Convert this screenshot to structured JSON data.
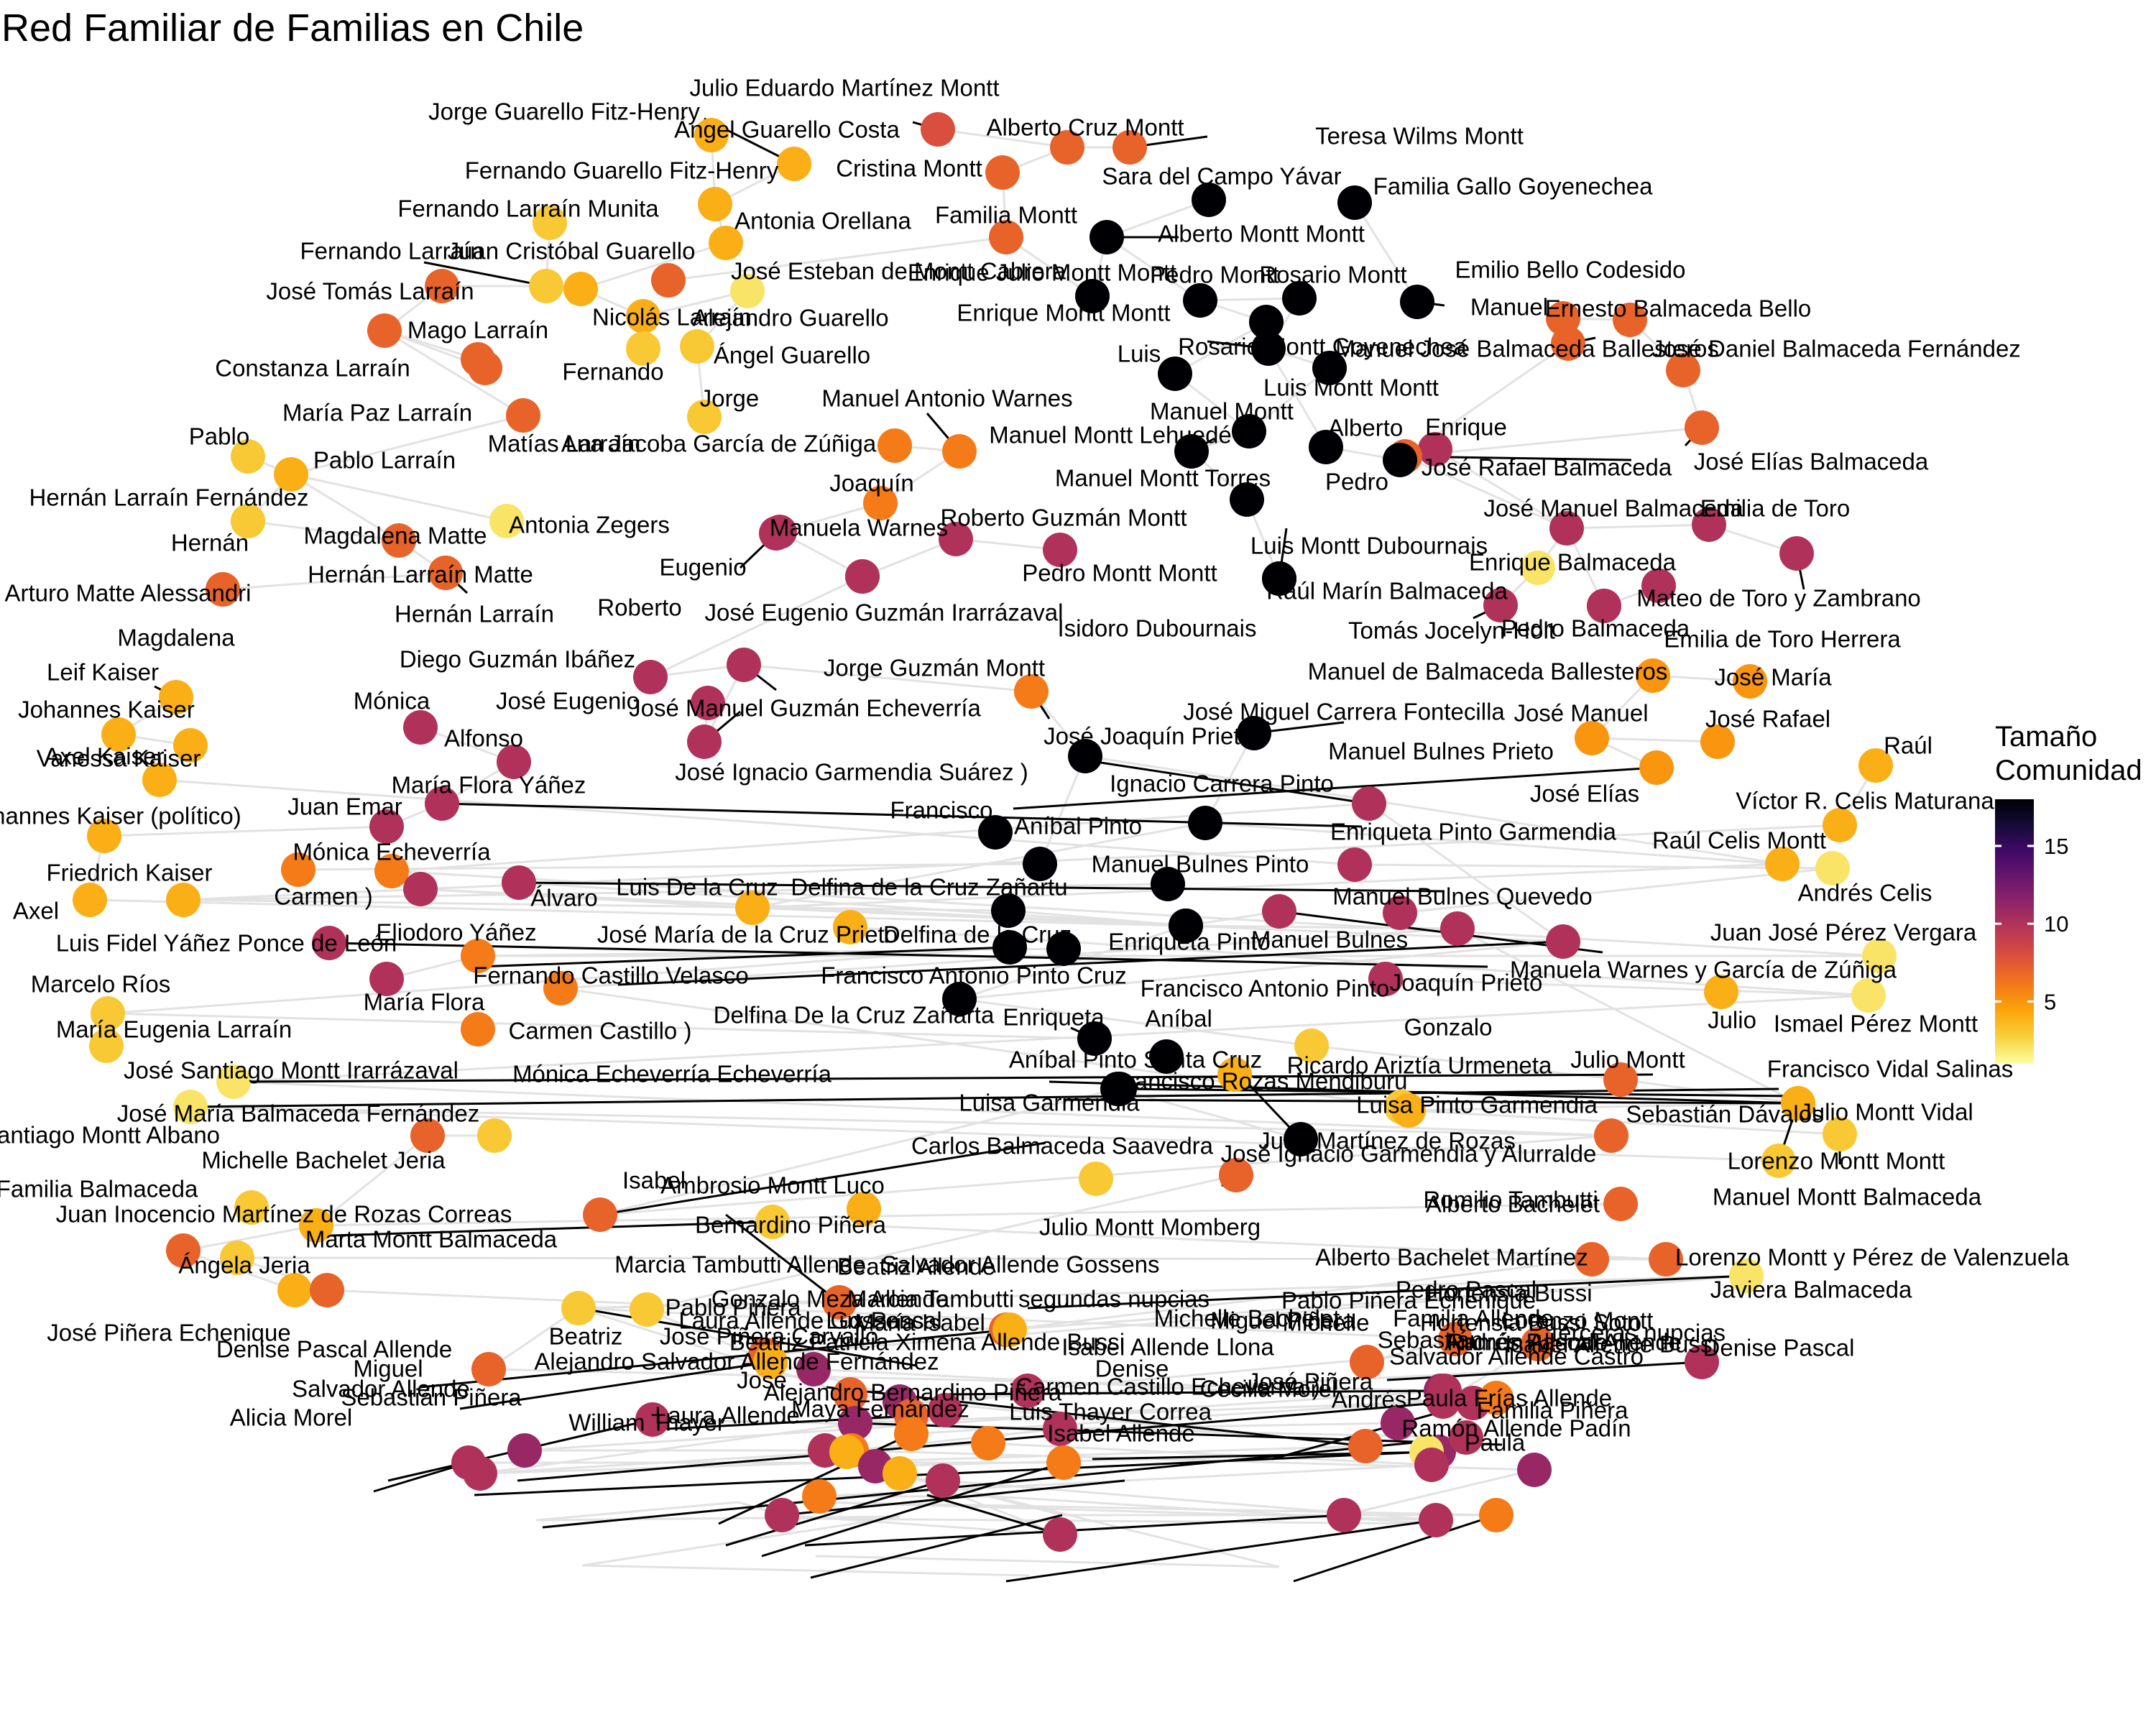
{
  "title": "Red Familiar de Familias en Chile",
  "legend": {
    "title_line1": "Tamaño",
    "title_line2": "Comunidad",
    "ticks": [
      5,
      10,
      15
    ],
    "range": [
      1,
      18
    ],
    "palette": [
      "#fcffa4",
      "#f7d13d",
      "#fca50a",
      "#f37819",
      "#dd513a",
      "#bc3754",
      "#932667",
      "#6a176e",
      "#420a68",
      "#160b39",
      "#000004"
    ]
  },
  "nodes": [
    {
      "label": "Julio Eduardo Martínez Montt",
      "size": 8
    },
    {
      "label": "Jorge Guarello Fitz-Henry",
      "size": 4
    },
    {
      "label": "Ángel Guarello Costa",
      "size": 4
    },
    {
      "label": "Alberto Cruz Montt",
      "size": 7
    },
    {
      "label": "Teresa Wilms Montt",
      "size": 7
    },
    {
      "label": "Fernando Guarello Fitz-Henry",
      "size": 4
    },
    {
      "label": "Cristina Montt",
      "size": 7
    },
    {
      "label": "Sara del Campo Yávar",
      "size": 18
    },
    {
      "label": "Familia Gallo Goyenechea",
      "size": 18
    },
    {
      "label": "Fernando Larraín Munita",
      "size": 3
    },
    {
      "label": "Antonia Orellana",
      "size": 4
    },
    {
      "label": "Familia Montt",
      "size": 7
    },
    {
      "label": "Alberto Montt Montt",
      "size": 18
    },
    {
      "label": "Fernando Larraín",
      "size": 3
    },
    {
      "label": "Juan Cristóbal Guarello",
      "size": 4
    },
    {
      "label": "José Esteban de Montt Cabrera",
      "size": 7
    },
    {
      "label": "Enrique Julio Montt Montt",
      "size": 18
    },
    {
      "label": "Emilio Bello Codesido",
      "size": 7
    },
    {
      "label": "José Tomás Larraín",
      "size": 7
    },
    {
      "label": "Pedro Montt",
      "size": 18
    },
    {
      "label": "Rosario Montt",
      "size": 18
    },
    {
      "label": "Manuel",
      "size": 18
    },
    {
      "label": "Ernesto Balmaceda Bello",
      "size": 7
    },
    {
      "label": "Nicolás Larraín",
      "size": 4
    },
    {
      "label": "Alejandro Guarello",
      "size": 2
    },
    {
      "label": "Enrique Montt Montt",
      "size": 18
    },
    {
      "label": "Mago Larraín",
      "size": 7
    },
    {
      "label": "Rosario Montt Goyenechea",
      "size": 18
    },
    {
      "label": "Manuel José Balmaceda Ballesteros",
      "size": 7
    },
    {
      "label": "Luis",
      "size": 18
    },
    {
      "label": "José Daniel Balmaceda Fernández",
      "size": 7
    },
    {
      "label": "Constanza Larraín",
      "size": 7
    },
    {
      "label": "Fernando",
      "size": 3
    },
    {
      "label": "Ángel Guarello",
      "size": 3
    },
    {
      "label": "Luis Montt Montt",
      "size": 18
    },
    {
      "label": "Jorge",
      "size": 3
    },
    {
      "label": "Manuel Antonio Warnes",
      "size": 6
    },
    {
      "label": "María Paz Larraín",
      "size": 7
    },
    {
      "label": "Manuel Montt",
      "size": 18
    },
    {
      "label": "Alberto",
      "size": 18
    },
    {
      "label": "Enrique",
      "size": 10
    },
    {
      "label": "Pablo",
      "size": 3
    },
    {
      "label": "Matías Larraín",
      "size": 7
    },
    {
      "label": "Ana Jacoba García de Zúñiga",
      "size": 6
    },
    {
      "label": "Manuel Montt Lehuedé",
      "size": 18
    },
    {
      "label": "José Rafael Balmaceda",
      "size": 7
    },
    {
      "label": "José Elías Balmaceda",
      "size": 7
    },
    {
      "label": "Pablo Larraín",
      "size": 4
    },
    {
      "label": "Pedro",
      "size": 18
    },
    {
      "label": "Manuel Montt Torres",
      "size": 18
    },
    {
      "label": "Joaquín",
      "size": 6
    },
    {
      "label": "Hernán Larraín Fernández",
      "size": 3
    },
    {
      "label": "José Manuel Balmaceda",
      "size": 10
    },
    {
      "label": "Emilia de Toro",
      "size": 10
    },
    {
      "label": "Antonia Zegers",
      "size": 2
    },
    {
      "label": "Manuela Warnes",
      "size": 10
    },
    {
      "label": "Roberto Guzmán Montt",
      "size": 10
    },
    {
      "label": "Magdalena Matte",
      "size": 7
    },
    {
      "label": "Hernán",
      "size": 3
    },
    {
      "label": "Luis Montt Dubournais",
      "size": 18
    },
    {
      "label": "Enrique Balmaceda",
      "size": 2
    },
    {
      "label": "Eugenio",
      "size": 10
    },
    {
      "label": "Pedro Montt Montt",
      "size": 10
    },
    {
      "label": "Hernán Larraín Matte",
      "size": 7
    },
    {
      "label": "Mateo de Toro y Zambrano",
      "size": 10
    },
    {
      "label": "Arturo Matte Alessandri",
      "size": 7
    },
    {
      "label": "Raúl Marín Balmaceda",
      "size": 10
    },
    {
      "label": "Roberto",
      "size": 10
    },
    {
      "label": "José Eugenio Guzmán Irarrázaval",
      "size": 10
    },
    {
      "label": "Hernán Larraín",
      "size": 7
    },
    {
      "label": "Isidoro Dubournais",
      "size": 18
    },
    {
      "label": "Tomás Jocelyn-Holt",
      "size": 10
    },
    {
      "label": "Pedro Balmaceda",
      "size": 10
    },
    {
      "label": "Magdalena",
      "size": 7
    },
    {
      "label": "Emilia de Toro Herrera",
      "size": 10
    },
    {
      "label": "Diego Guzmán Ibáñez",
      "size": 10
    },
    {
      "label": "Jorge Guzmán Montt",
      "size": 10
    },
    {
      "label": "Leif Kaiser",
      "size": 4
    },
    {
      "label": "Manuel de Balmaceda Ballesteros",
      "size": 5
    },
    {
      "label": "José María",
      "size": 5
    },
    {
      "label": "Mónica",
      "size": 10
    },
    {
      "label": "José Eugenio",
      "size": 10
    },
    {
      "label": "José Manuel Guzmán Echeverría",
      "size": 10
    },
    {
      "label": "José Joaquín Prieto",
      "size": 6
    },
    {
      "label": "Johannes Kaiser",
      "size": 4
    },
    {
      "label": "José Miguel Carrera Fontecilla",
      "size": 18
    },
    {
      "label": "José Manuel",
      "size": 5
    },
    {
      "label": "José Rafael",
      "size": 5
    },
    {
      "label": "Alfonso",
      "size": 10
    },
    {
      "label": "Axel Kaiser",
      "size": 4
    },
    {
      "label": "Raúl",
      "size": 4
    },
    {
      "label": "Vanessa Kaiser",
      "size": 4
    },
    {
      "label": "José Ignacio Garmendia Suárez )",
      "size": 18
    },
    {
      "label": "Manuel Bulnes Prieto",
      "size": 10
    },
    {
      "label": "María Flora Yáñez",
      "size": 10
    },
    {
      "label": "Ignacio Carrera Pinto",
      "size": 18
    },
    {
      "label": "José Elías",
      "size": 5
    },
    {
      "label": "Víctor R. Celis Maturana",
      "size": 4
    },
    {
      "label": "Juan Emar",
      "size": 10
    },
    {
      "label": "Francisco",
      "size": 18
    },
    {
      "label": "Johannes Kaiser (político)",
      "size": 4
    },
    {
      "label": "Aníbal Pinto",
      "size": 18
    },
    {
      "label": "Enriqueta Pinto Garmendia",
      "size": 10
    },
    {
      "label": "Raúl Celis Montt",
      "size": 4
    },
    {
      "label": "Mónica Echeverría",
      "size": 6
    },
    {
      "label": "Friedrich Kaiser",
      "size": 4
    },
    {
      "label": "Andrés Celis",
      "size": 2
    },
    {
      "label": "Manuel Bulnes Pinto",
      "size": 18
    },
    {
      "label": "Luis De la Cruz",
      "size": 4
    },
    {
      "label": "Delfina de la Cruz Zañartu",
      "size": 18
    },
    {
      "label": "Carmen )",
      "size": 6
    },
    {
      "label": "Álvaro",
      "size": 10
    },
    {
      "label": "Axel",
      "size": 4
    },
    {
      "label": "Manuel Bulnes Quevedo",
      "size": 10
    },
    {
      "label": "Juan José Pérez Vergara",
      "size": 2
    },
    {
      "label": "José María de la Cruz Prieto",
      "size": 4
    },
    {
      "label": "Delfina de la Cruz",
      "size": 18
    },
    {
      "label": "Eliodoro Yáñez",
      "size": 10
    },
    {
      "label": "Luis Fidel Yáñez Ponce de León",
      "size": 10
    },
    {
      "label": "Enriqueta Pinto",
      "size": 18
    },
    {
      "label": "Manuel Bulnes",
      "size": 10
    },
    {
      "label": "Manuela Warnes y García de Zúñiga",
      "size": 10
    },
    {
      "label": "Fernando Castillo Velasco",
      "size": 6
    },
    {
      "label": "Francisco Antonio Pinto Cruz",
      "size": 18
    },
    {
      "label": "Joaquín Prieto",
      "size": 10
    },
    {
      "label": "Marcelo Ríos",
      "size": 3
    },
    {
      "label": "Francisco Antonio Pinto",
      "size": 18
    },
    {
      "label": "Julio",
      "size": 4
    },
    {
      "label": "María Flora",
      "size": 10
    },
    {
      "label": "Delfina De la Cruz Zañarta",
      "size": 18
    },
    {
      "label": "Enriqueta",
      "size": 18
    },
    {
      "label": "Ismael Pérez Montt",
      "size": 2
    },
    {
      "label": "María Eugenia Larraín",
      "size": 3
    },
    {
      "label": "Carmen Castillo )",
      "size": 6
    },
    {
      "label": "Gonzalo",
      "size": 10
    },
    {
      "label": "Aníbal",
      "size": 18
    },
    {
      "label": "Aníbal Pinto Santa Cruz",
      "size": 18
    },
    {
      "label": "Ricardo Ariztía Urmeneta",
      "size": 3
    },
    {
      "label": "Julio Montt",
      "size": 7
    },
    {
      "label": "Francisco Vidal Salinas",
      "size": 4
    },
    {
      "label": "José Santiago Montt Irarrázaval",
      "size": 2
    },
    {
      "label": "Mónica Echeverría Echeverría",
      "size": 6
    },
    {
      "label": "Luisa Garmendia",
      "size": 18
    },
    {
      "label": "Francisco Rozas Mendiburu",
      "size": 4
    },
    {
      "label": "Luisa Pinto Garmendia",
      "size": 3
    },
    {
      "label": "Sebastián Dávalos",
      "size": 7
    },
    {
      "label": "Julio Montt Vidal",
      "size": 4
    },
    {
      "label": "José María Balmaceda Fernández",
      "size": 3
    },
    {
      "label": "Santiago Montt Albano",
      "size": 2
    },
    {
      "label": "Juan Martínez de Rozas",
      "size": 4
    },
    {
      "label": "José Ignacio Garmendia y Alurralde",
      "size": 18
    },
    {
      "label": "Carlos Balmaceda Saavedra",
      "size": 3
    },
    {
      "label": "Michelle Bachelet Jeria",
      "size": 7
    },
    {
      "label": "Lorenzo Montt Montt",
      "size": 3
    },
    {
      "label": "Familia Balmaceda",
      "size": 3
    },
    {
      "label": "Isabel",
      "size": 7
    },
    {
      "label": "Julio Montt Momberg",
      "size": 4
    },
    {
      "label": "Manuel Montt Balmaceda",
      "size": 3
    },
    {
      "label": "Juan Inocencio Martínez de Rozas Correas",
      "size": 4
    },
    {
      "label": "Alberto Bachelet",
      "size": 7
    },
    {
      "label": "Romilio Tambutti",
      "size": 7
    },
    {
      "label": "Ambrosio Montt Luco",
      "size": 3
    },
    {
      "label": "Marta Montt Balmaceda",
      "size": 3
    },
    {
      "label": "Ángela Jeria",
      "size": 7
    },
    {
      "label": "Hortensia Bussi",
      "size": 7
    },
    {
      "label": "Marcia Tambutti Allende",
      "size": 7
    },
    {
      "label": "Michelle Bachelet",
      "size": 7
    },
    {
      "label": "Alberto Bachelet Martínez",
      "size": 7
    },
    {
      "label": "Lorenzo Montt y Pérez de Valenzuela",
      "size": 3
    },
    {
      "label": "Javiera Balmaceda",
      "size": 2
    },
    {
      "label": "José Piñera Echenique",
      "size": 4
    },
    {
      "label": "Lux Pascal",
      "size": 3
    },
    {
      "label": "Lorenzo Montt",
      "size": 3
    },
    {
      "label": "Denise Pascal Allende",
      "size": 7
    },
    {
      "label": "Sebastián",
      "size": 4
    },
    {
      "label": "Pedro Pascal",
      "size": 7
    },
    {
      "label": "Beatriz",
      "size": 7
    },
    {
      "label": "Miguel",
      "size": 4
    },
    {
      "label": "Michelle",
      "size": 7
    },
    {
      "label": "Isabel Allende Bussi",
      "size": 7
    },
    {
      "label": "José Piñera Carvallo",
      "size": 11
    },
    {
      "label": "terceras nupcias",
      "size": 10
    },
    {
      "label": "Gonzalo Meza Allende",
      "size": 7
    },
    {
      "label": "Salvador Allende Gossens",
      "size": 10
    },
    {
      "label": "Pablo Piñera Echenique",
      "size": 11
    },
    {
      "label": "Marcia Tambutti",
      "size": 7
    },
    {
      "label": "segundas nupcias",
      "size": 10
    },
    {
      "label": "Denise Pascal",
      "size": 10
    },
    {
      "label": "Pablo Piñera",
      "size": 11
    },
    {
      "label": "Isabel Allende Llona",
      "size": 7
    },
    {
      "label": "Miguel Piñera",
      "size": 11
    },
    {
      "label": "Beatriz Allende",
      "size": 7
    },
    {
      "label": "Andrés Pascal Allende",
      "size": 10
    },
    {
      "label": "Familia Allende",
      "size": 10
    },
    {
      "label": "Bernardino Piñera",
      "size": 11
    },
    {
      "label": "Hortensia Bussi Soto",
      "size": 6
    },
    {
      "label": "Salvador Allende",
      "size": 10
    },
    {
      "label": "Sebastián Piñera",
      "size": 11
    },
    {
      "label": "José Piñera",
      "size": 11
    },
    {
      "label": "Carmen Castillo Echeverría )",
      "size": 10
    },
    {
      "label": "Laura Allende Gossens",
      "size": 10
    },
    {
      "label": "Cecilia Morel",
      "size": 2
    },
    {
      "label": "Alejandro Bernardino Piñera",
      "size": 6
    },
    {
      "label": "Alejandro Salvador Allende Fernández",
      "size": 6
    },
    {
      "label": "Ramón Allende",
      "size": 10
    },
    {
      "label": "Maya Fernández",
      "size": 6
    },
    {
      "label": "Salvador Allende Castro",
      "size": 10
    },
    {
      "label": "Denise",
      "size": 10
    },
    {
      "label": "Familia Piñera",
      "size": 11
    },
    {
      "label": "Alicia Morel",
      "size": 4
    },
    {
      "label": "José",
      "size": 11
    },
    {
      "label": "Paula Frías Allende",
      "size": 10
    },
    {
      "label": "Andrés",
      "size": 10
    },
    {
      "label": "María Isabel",
      "size": 10
    },
    {
      "label": "Beatriz Patricia Ximena Allende Bussi",
      "size": 6
    },
    {
      "label": "Isabel Allende",
      "size": 10
    },
    {
      "label": "Luis Thayer Correa",
      "size": 6
    },
    {
      "label": "Laura Allende",
      "size": 10
    },
    {
      "label": "William Thayer",
      "size": 4
    },
    {
      "label": "Ramón Allende Padín",
      "size": 6
    },
    {
      "label": "Paula",
      "size": 10
    }
  ]
}
